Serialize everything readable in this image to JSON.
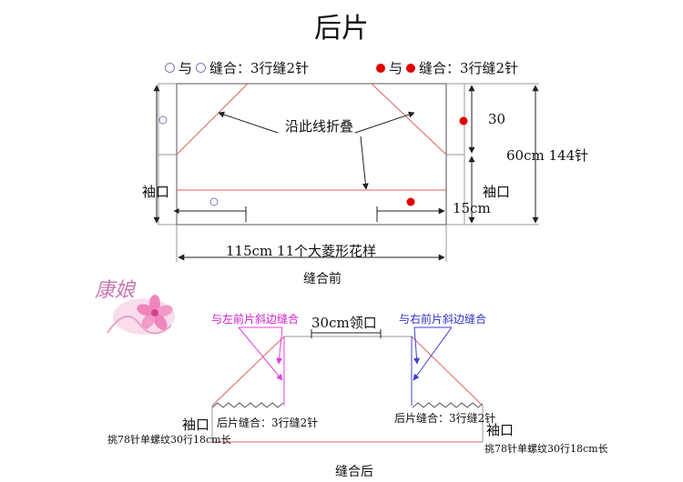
{
  "title": "后片",
  "legend": {
    "hollow": {
      "text": "与",
      "rule": "缝合：3行缝2针"
    },
    "solid": {
      "text": "与",
      "rule": "缝合：3行缝2针"
    }
  },
  "before": {
    "fold_label": "沿此线折叠",
    "height_fold": "30",
    "height_total": "60cm 144针",
    "sleeve_left": "袖口",
    "sleeve_right": "袖口",
    "sleeve_width": "15cm",
    "width_label": "115cm 11个大菱形花样",
    "caption": "缝合前"
  },
  "after": {
    "left_seam": "与左前片斜边缝合",
    "right_seam": "与右前片斜边缝合",
    "neck": "30cm领口",
    "sleeve_left": "袖口",
    "sleeve_right": "袖口",
    "seam_left": "后片缝合：3行缝2针",
    "seam_right": "后片缝合：3行缝2针",
    "cuff_left": "挑78针单螺纹30行18cm长",
    "cuff_right": "挑78针单螺纹30行18cm长",
    "caption": "缝合后"
  },
  "logo_text": "康娘",
  "colors": {
    "outline": "#333333",
    "fold": "#e06060",
    "hollow_dot": "#7a7ac0",
    "solid_dot": "#e00000",
    "left_arrow": "#e040e0",
    "right_arrow": "#4040d0",
    "logo": "#e070b0"
  }
}
